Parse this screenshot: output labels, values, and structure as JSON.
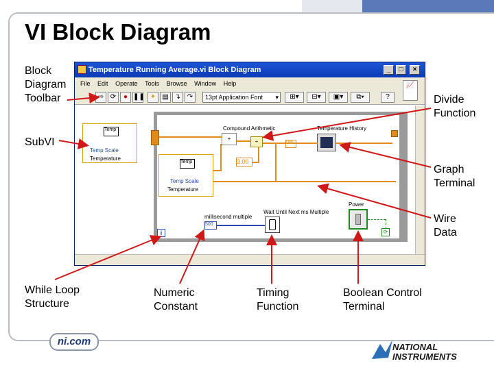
{
  "slide": {
    "title": "VI Block Diagram",
    "footer_link": "ni.com",
    "logo_line1": "NATIONAL",
    "logo_line2": "INSTRUMENTS"
  },
  "callouts": {
    "block_diagram_toolbar": "Block\nDiagram\nToolbar",
    "subvi": "SubVI",
    "divide_function": "Divide\nFunction",
    "graph_terminal": "Graph\nTerminal",
    "wire_data": "Wire\nData",
    "while_loop_structure": "While Loop\nStructure",
    "numeric_constant": "Numeric\nConstant",
    "timing_function": "Timing\nFunction",
    "boolean_control_terminal": "Boolean Control\nTerminal"
  },
  "window": {
    "title": "Temperature Running Average.vi Block Diagram",
    "menu": [
      "File",
      "Edit",
      "Operate",
      "Tools",
      "Browse",
      "Window",
      "Help"
    ],
    "font_select": "13pt Application Font",
    "controls": {
      "minimize": "_",
      "maximize": "□",
      "close": "×"
    }
  },
  "diagram": {
    "temp_label": "Temp",
    "temp_scale_label": "Temp Scale",
    "temperature_label": "Temperature",
    "compound_arithmetic_label": "Compound Arithmetic",
    "temperature_history_label": "Temperature History",
    "numeric_constant_value": "3.00",
    "millisecond_label": "millisecond multiple",
    "millisecond_value": "500",
    "wait_label": "Wait Until Next ms Multiple",
    "power_label": "Power",
    "info_label": "i",
    "plus_sign": "+",
    "divide_sign": "÷",
    "dbl_label": "DBL"
  },
  "colors": {
    "wire_orange": "#e08c1a",
    "wire_blue": "#2a4db0",
    "wire_green": "#1d8a1d",
    "callout_arrow": "#d01818",
    "accent_top": "#5b79b8"
  }
}
